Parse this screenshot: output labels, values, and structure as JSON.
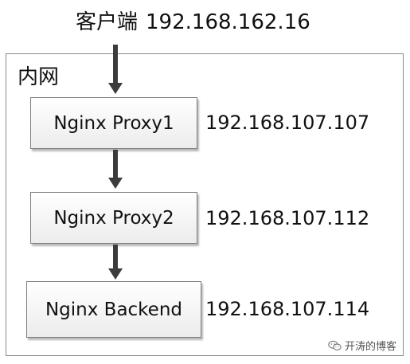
{
  "client": {
    "label": "客户端",
    "ip": "192.168.162.16"
  },
  "network": {
    "label": "内网"
  },
  "nodes": [
    {
      "name": "Nginx Proxy1",
      "ip": "192.168.107.107"
    },
    {
      "name": "Nginx Proxy2",
      "ip": "192.168.107.112"
    },
    {
      "name": "Nginx Backend",
      "ip": "192.168.107.114"
    }
  ],
  "watermark": {
    "text": "开涛的博客",
    "icon": "wechat-icon"
  }
}
